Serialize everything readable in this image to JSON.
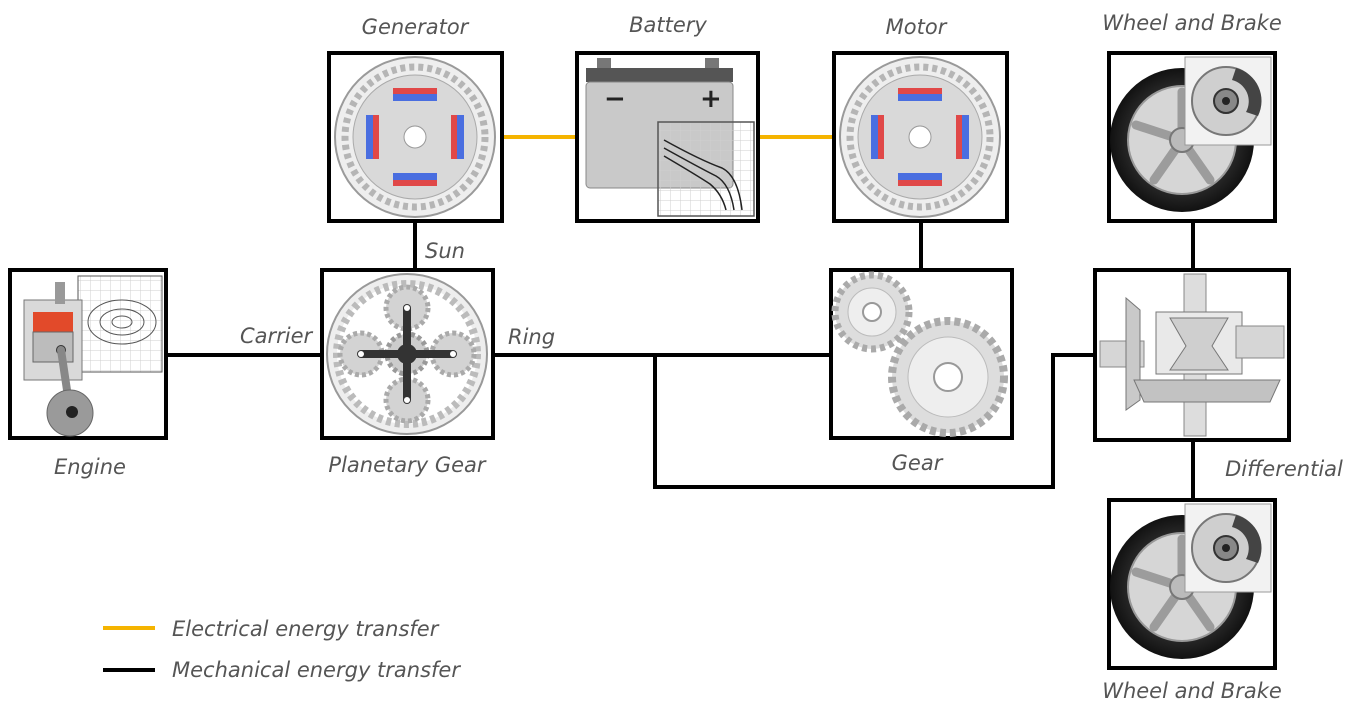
{
  "components": {
    "generator": "Generator",
    "battery": "Battery",
    "motor": "Motor",
    "wheel_top": "Wheel and Brake",
    "engine": "Engine",
    "planetary": "Planetary Gear",
    "gear": "Gear",
    "differential": "Differential",
    "wheel_bottom": "Wheel and Brake"
  },
  "ports": {
    "sun": "Sun",
    "carrier": "Carrier",
    "ring": "Ring"
  },
  "battery_signs": {
    "minus": "−",
    "plus": "+"
  },
  "legend": {
    "electrical": {
      "label": "Electrical energy transfer",
      "color": "#f5b400"
    },
    "mechanical": {
      "label": "Mechanical energy transfer",
      "color": "#000000"
    }
  },
  "icons": [
    "generator-icon",
    "battery-icon",
    "motor-icon",
    "wheel-brake-icon",
    "engine-icon",
    "planetary-gear-icon",
    "gear-icon",
    "differential-icon"
  ]
}
